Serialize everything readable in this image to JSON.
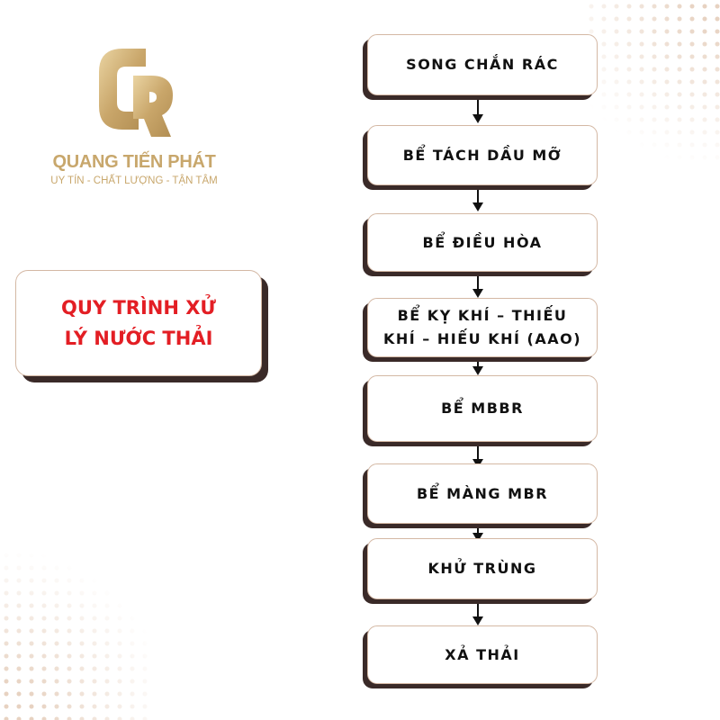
{
  "brand": {
    "name": "QUANG TIẾN PHÁT",
    "tagline": "UY TÍN - CHẤT LƯỢNG - TẬN TÂM",
    "logo_icon": "qtp-monogram-logo",
    "color": "#c8a76c"
  },
  "title": {
    "line1": "QUY TRÌNH XỬ",
    "line2": "LÝ NƯỚC THẢI",
    "color": "#e31e24"
  },
  "flow": {
    "steps": [
      {
        "line1": "SONG CHẮN RÁC"
      },
      {
        "line1": "BỂ TÁCH DẦU MỠ"
      },
      {
        "line1": "BỂ ĐIỀU HÒA"
      },
      {
        "line1": "BỂ KỴ KHÍ – THIẾU",
        "line2": "KHÍ – HIẾU KHÍ (AAO)"
      },
      {
        "line1": "BỂ MBBR"
      },
      {
        "line1": "BỂ MÀNG MBR"
      },
      {
        "line1": "KHỬ TRÙNG"
      },
      {
        "line1": "XẢ THẢI"
      }
    ]
  }
}
